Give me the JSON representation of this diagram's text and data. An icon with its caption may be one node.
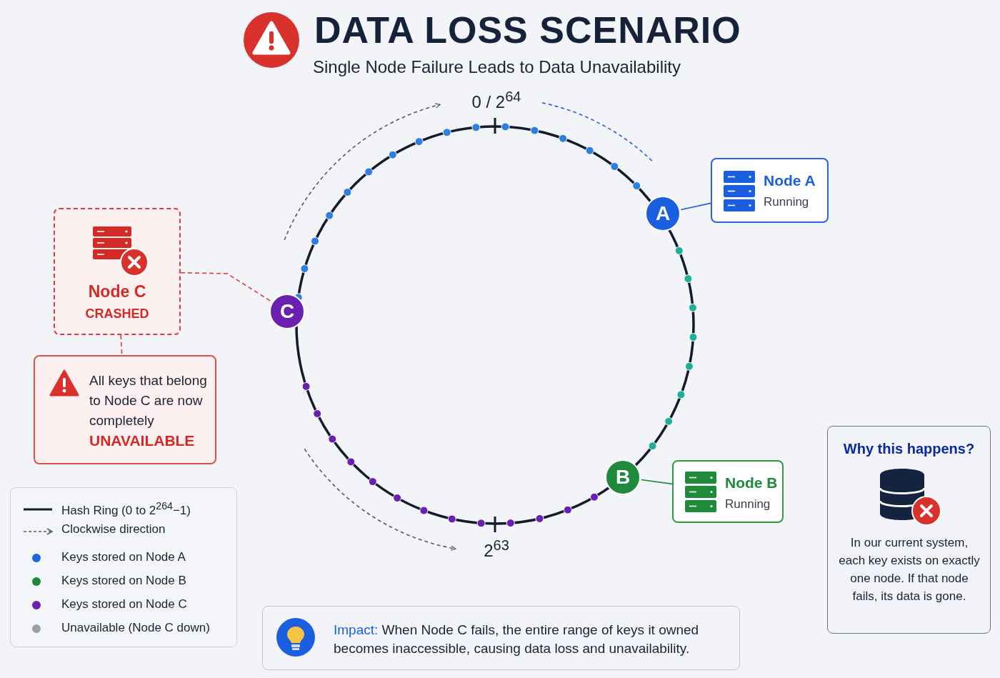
{
  "diagram": {
    "title": "DATA LOSS SCENARIO",
    "nodes": [
      {
        "text": [
          "A"
        ]
      },
      {
        "text": [
          "Node A",
          "Running"
        ]
      },
      {
        "text": [
          "B"
        ]
      },
      {
        "text": [
          "Node B",
          "Running"
        ]
      },
      {
        "text": [
          "C"
        ]
      },
      {
        "text": [
          "Node C",
          "CRASHED"
        ]
      },
      {
        "text": [
          "All keys that belong to Node C are now completely",
          "UNAVAILABLE"
        ]
      },
      {
        "text": [
          "Why this happens?",
          "In our current system, each key exists on exactly one node. If that node fails, its data is gone."
        ]
      },
      {
        "text": [
          "**Impact:** When Node C fails, the entire range of keys it owned becomes inaccessible, causing data loss and unavailability."
        ]
      }
    ],
    "edges": [
      {
        "from": 0,
        "to": 1,
        "arrow": "none",
        "color": "#1a5fe0"
      },
      {
        "from": 2,
        "to": 3,
        "arrow": "none",
        "color": "#1f8a3a"
      },
      {
        "from": 5,
        "to": 4,
        "arrow": "none",
        "style": "dashed",
        "color": "#e03c3c"
      },
      {
        "from": 5,
        "to": 6,
        "arrow": "none",
        "style": "dashed",
        "color": "#e03c3c"
      }
    ],
    "labels": [
      "Single Node Failure Leads to Data Unavailability",
      "0 / 2$^{64}$",
      "2$^{63}$"
    ],
    "legend": [
      {
        "text": "Hash Ring (0 to 2$^{264}$−1)"
      },
      {
        "text": "Clockwise direction"
      },
      {
        "text": "Keys stored on Node A",
        "color": "#1a66e0"
      },
      {
        "text": "Keys stored on Node B",
        "color": "#1a8a3a"
      },
      {
        "text": "Keys stored on Node C",
        "color": "#6a1fb0"
      },
      {
        "text": "Unavailable (Node C down)",
        "color": "#9aa0a8"
      }
    ]
  }
}
